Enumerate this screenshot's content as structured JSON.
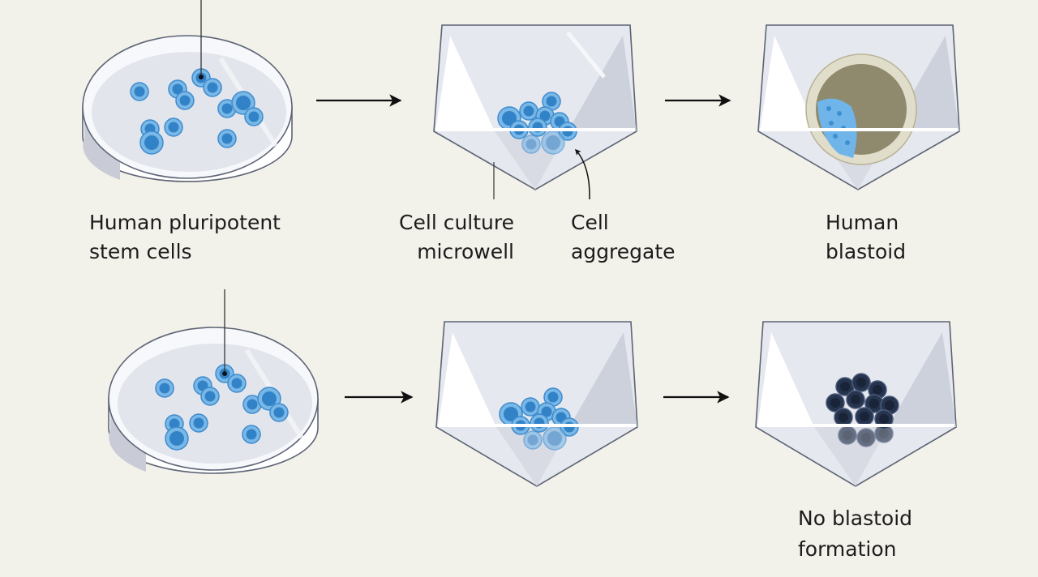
{
  "colors": {
    "background": "#f2f1ea",
    "cell_fill": "#5aa5de",
    "cell_nucleus": "#2e7fc4",
    "cell_outline": "#3d8bcf",
    "dark_aggregate": "#1e2b45",
    "blastoid_cavity": "#8f8a6e",
    "blastoid_rim": "#d9d6c2",
    "vessel_stroke": "#5c6474",
    "arrow": "#111111"
  },
  "top_row": {
    "dish_label": [
      "Human pluripotent",
      "stem cells"
    ],
    "microwell_label": [
      "Cell culture",
      "microwell"
    ],
    "aggregate_label": [
      "Cell",
      "aggregate"
    ],
    "result_label": [
      "Human",
      "blastoid"
    ]
  },
  "bottom_row": {
    "result_label": [
      "No blastoid",
      "formation"
    ]
  },
  "icons": {
    "arrow": "right-arrow-icon",
    "curved_pointer": "curved-arrow-icon"
  }
}
